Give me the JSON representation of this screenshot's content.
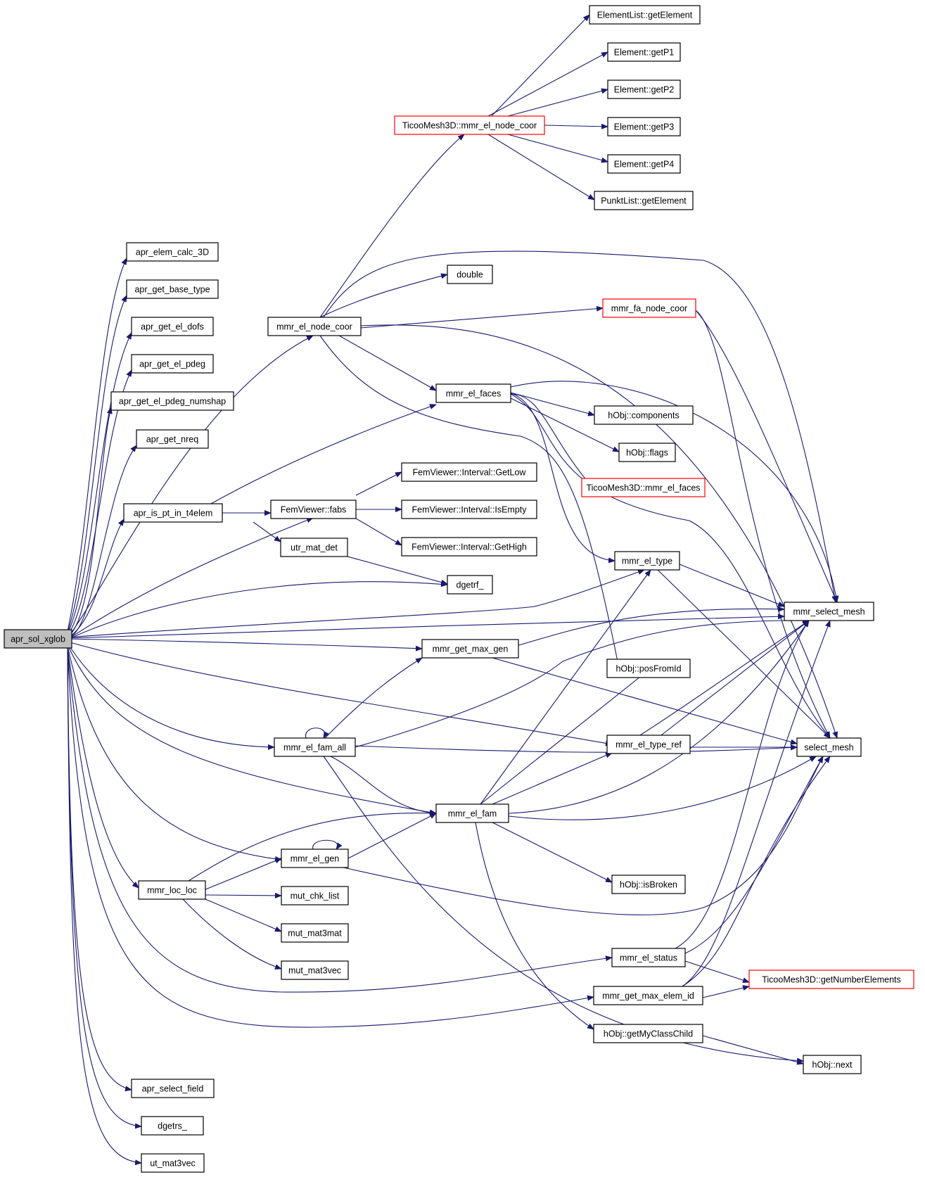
{
  "colors": {
    "edge": "#191970",
    "node_border": "#000000",
    "node_border_truncated": "#ff0000",
    "root_fill": "#bfbfbf",
    "node_fill": "#ffffff"
  },
  "nodes": [
    {
      "id": "n1",
      "label": "apr_sol_xglob",
      "style": "root"
    },
    {
      "id": "n2",
      "label": "apr_elem_calc_3D"
    },
    {
      "id": "n3",
      "label": "apr_get_base_type"
    },
    {
      "id": "n4",
      "label": "apr_get_el_dofs"
    },
    {
      "id": "n5",
      "label": "apr_get_el_pdeg"
    },
    {
      "id": "n6",
      "label": "apr_get_el_pdeg_numshap"
    },
    {
      "id": "n7",
      "label": "apr_get_nreq"
    },
    {
      "id": "n8",
      "label": "apr_is_pt_in_t4elem"
    },
    {
      "id": "n9",
      "label": "mmr_loc_loc"
    },
    {
      "id": "n10",
      "label": "apr_select_field"
    },
    {
      "id": "n11",
      "label": "dgetrs_"
    },
    {
      "id": "n12",
      "label": "ut_mat3vec"
    },
    {
      "id": "n13",
      "label": "mmr_el_node_coor"
    },
    {
      "id": "n14",
      "label": "FemViewer::fabs"
    },
    {
      "id": "n15",
      "label": "utr_mat_det"
    },
    {
      "id": "n16",
      "label": "mmr_el_fam_all"
    },
    {
      "id": "n17",
      "label": "mmr_el_gen"
    },
    {
      "id": "n18",
      "label": "mut_chk_list"
    },
    {
      "id": "n19",
      "label": "mut_mat3mat"
    },
    {
      "id": "n20",
      "label": "mut_mat3vec"
    },
    {
      "id": "n21",
      "label": "TicooMesh3D::mmr_el_node_coor",
      "style": "truncated"
    },
    {
      "id": "n22",
      "label": "double"
    },
    {
      "id": "n23",
      "label": "mmr_el_faces"
    },
    {
      "id": "n24",
      "label": "FemViewer::Interval::GetLow"
    },
    {
      "id": "n25",
      "label": "FemViewer::Interval::IsEmpty"
    },
    {
      "id": "n26",
      "label": "FemViewer::Interval::GetHigh"
    },
    {
      "id": "n27",
      "label": "dgetrf_"
    },
    {
      "id": "n28",
      "label": "mmr_get_max_gen"
    },
    {
      "id": "n29",
      "label": "mmr_el_fam"
    },
    {
      "id": "n30",
      "label": "ElementList::getElement"
    },
    {
      "id": "n31",
      "label": "Element::getP1"
    },
    {
      "id": "n32",
      "label": "Element::getP2"
    },
    {
      "id": "n33",
      "label": "Element::getP3"
    },
    {
      "id": "n34",
      "label": "Element::getP4"
    },
    {
      "id": "n35",
      "label": "PunktList::getElement"
    },
    {
      "id": "n36",
      "label": "mmr_fa_node_coor",
      "style": "truncated"
    },
    {
      "id": "n37",
      "label": "hObj::components"
    },
    {
      "id": "n38",
      "label": "hObj::flags"
    },
    {
      "id": "n39",
      "label": "TicooMesh3D::mmr_el_faces",
      "style": "truncated"
    },
    {
      "id": "n40",
      "label": "mmr_el_type"
    },
    {
      "id": "n41",
      "label": "hObj::posFromId"
    },
    {
      "id": "n42",
      "label": "mmr_el_type_ref"
    },
    {
      "id": "n43",
      "label": "hObj::isBroken"
    },
    {
      "id": "n44",
      "label": "mmr_el_status"
    },
    {
      "id": "n45",
      "label": "mmr_get_max_elem_id"
    },
    {
      "id": "n46",
      "label": "hObj::getMyClassChild"
    },
    {
      "id": "n47",
      "label": "mmr_select_mesh"
    },
    {
      "id": "n48",
      "label": "select_mesh"
    },
    {
      "id": "n49",
      "label": "TicooMesh3D::getNumberElements",
      "style": "truncated"
    },
    {
      "id": "n50",
      "label": "hObj::next"
    }
  ]
}
